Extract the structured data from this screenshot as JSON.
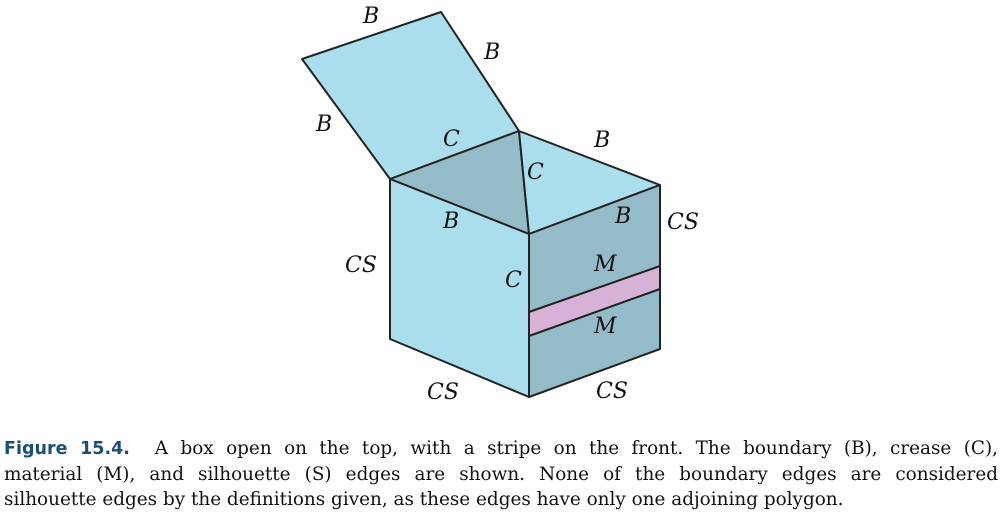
{
  "colors": {
    "face_light": "#aadeed",
    "face_dark": "#94bcc8",
    "stripe": "#d7b2d6",
    "edge": "#222222",
    "caption_label": "#1a4f7a"
  },
  "labels": {
    "lid_top": "B",
    "lid_right": "B",
    "lid_left": "B",
    "lid_hinge": "C",
    "back_right_top": "B",
    "inner_corner": "C",
    "right_top_front": "B",
    "right_silhouette": "CS",
    "front_top": "B",
    "left_silhouette": "CS",
    "front_corner": "C",
    "stripe_top": "M",
    "stripe_bottom": "M",
    "bottom_left": "CS",
    "bottom_right": "CS"
  },
  "caption": {
    "label": "Figure 15.4.",
    "line1": "A box open on the top, with a stripe on the front. The boundary (B), crease (C),",
    "line2": "material (M), and silhouette (S) edges are shown. None of the boundary edges are considered",
    "line3": "silhouette edges by the definitions given, as these edges have only one adjoining polygon."
  }
}
